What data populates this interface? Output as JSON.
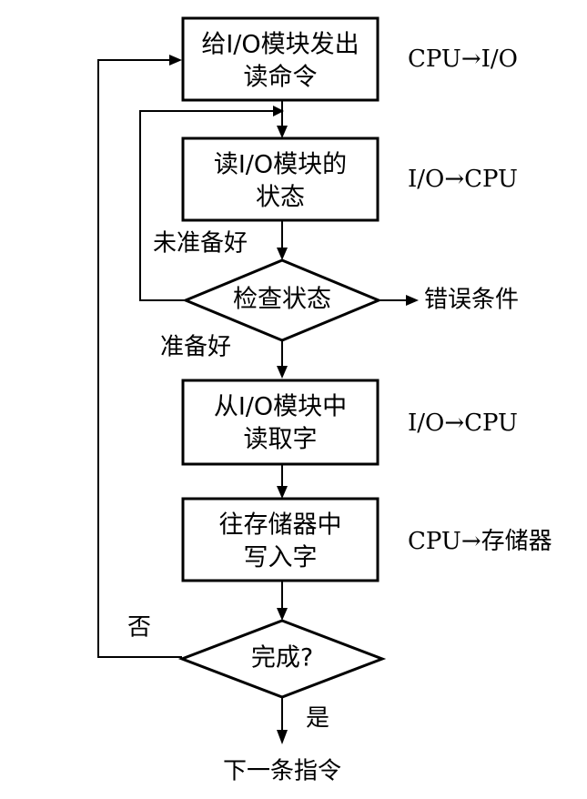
{
  "nodes": {
    "send_read": {
      "line1": "给I/O模块发出",
      "line2": "读命令"
    },
    "read_status": {
      "line1": "读I/O模块的",
      "line2": "状态"
    },
    "check_status": {
      "label": "检查状态"
    },
    "read_word": {
      "line1": "从I/O模块中",
      "line2": "读取字"
    },
    "write_word": {
      "line1": "往存储器中",
      "line2": "写入字"
    },
    "done": {
      "label": "完成?"
    },
    "next": {
      "label": "下一条指令"
    },
    "error": {
      "label": "错误条件"
    }
  },
  "annotations": {
    "send_read": "CPU→I/O",
    "read_status": "I/O→CPU",
    "read_word": "I/O→CPU",
    "write_word": "CPU→存储器"
  },
  "edge_labels": {
    "not_ready": "未准备好",
    "ready": "准备好",
    "no": "否",
    "yes": "是"
  }
}
